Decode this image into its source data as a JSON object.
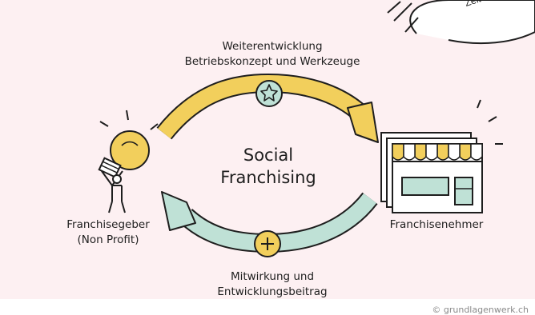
{
  "diagram": {
    "center_title": [
      "Social",
      "Franchising"
    ],
    "top_flow_label": [
      "Weiterentwicklung",
      "Betriebskonzept und Werkzeuge"
    ],
    "bottom_flow_label": [
      "Mitwirkung und",
      "Entwicklungsbeitrag"
    ],
    "left_actor_label": [
      "Franchisegeber",
      "(Non Profit)"
    ],
    "right_actor_label": "Franchisenehmer",
    "top_flow_icon": "star-icon",
    "bottom_flow_icon": "plus-icon",
    "left_actor_icon": "lightbulb-person-icon",
    "right_actor_icon": "storefront-icon",
    "partial_word_top_right": "Zeit"
  },
  "copyright": "© grundlagenwerk.ch",
  "colors": {
    "background": "#fdf0f2",
    "yellow_arrow": "#f2cf5c",
    "teal_arrow": "#bfe1d6",
    "outline": "#1e1e1e"
  }
}
